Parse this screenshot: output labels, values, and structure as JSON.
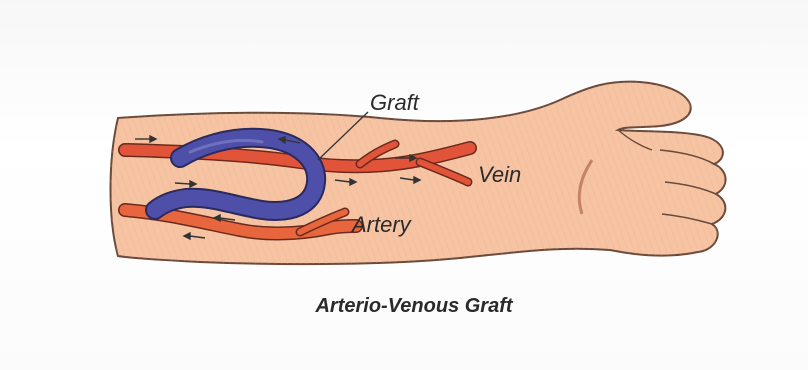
{
  "labels": {
    "graft": "Graft",
    "vein": "Vein",
    "artery": "Artery"
  },
  "caption": "Arterio-Venous Graft",
  "colors": {
    "skin": "#f6c4a3",
    "skin_outline": "#6a4a3a",
    "vein": "#e2543a",
    "artery": "#e8663e",
    "graft": "#4d4fa8",
    "graft_outline": "#2a2a5e"
  }
}
